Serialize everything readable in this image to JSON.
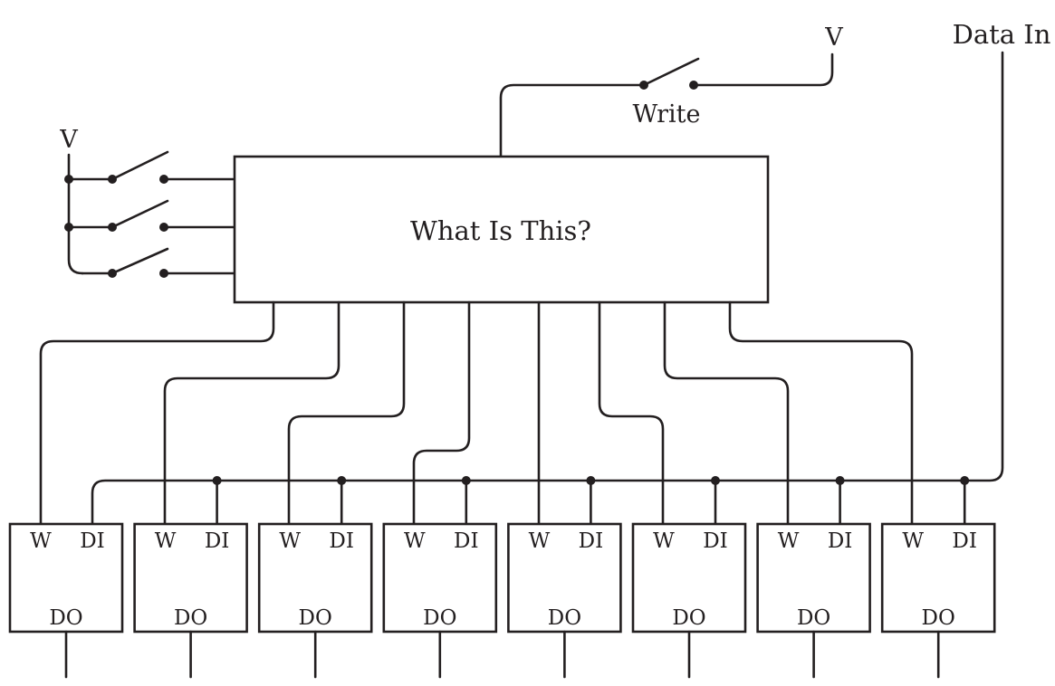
{
  "labels": {
    "central_box": "What Is This?",
    "write_switch": "Write",
    "voltage_top": "V",
    "voltage_left": "V",
    "data_in": "Data In"
  },
  "latch": {
    "write_pin": "W",
    "data_in_pin": "DI",
    "data_out_pin": "DO"
  },
  "latch_count": 8,
  "selector_switch_count": 3
}
